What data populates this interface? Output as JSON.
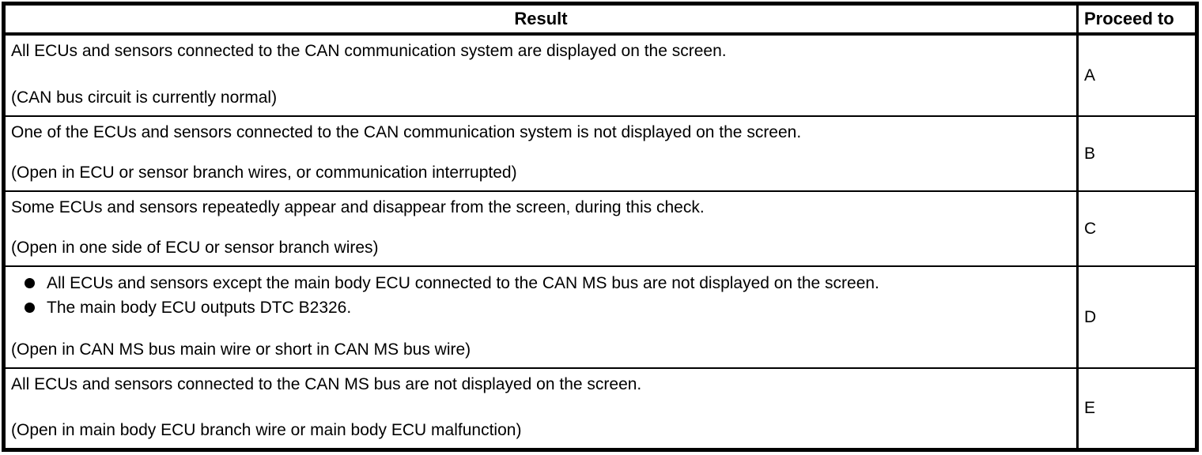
{
  "table": {
    "header": {
      "result": "Result",
      "proceed": "Proceed to"
    },
    "rows": [
      {
        "main": "All ECUs and sensors connected to the CAN communication system are displayed on the screen.",
        "note": "(CAN bus circuit is currently normal)",
        "proceed": "A"
      },
      {
        "main": "One of the ECUs and sensors connected to the CAN communication system is not displayed on the screen.",
        "note": "(Open in ECU or sensor branch wires, or communication interrupted)",
        "proceed": "B"
      },
      {
        "main": "Some ECUs and sensors repeatedly appear and disappear from the screen, during this check.",
        "note": "(Open in one side of ECU or sensor branch wires)",
        "proceed": "C"
      },
      {
        "bullets": [
          "All ECUs and sensors except the main body ECU connected to the CAN MS bus are not displayed on the screen.",
          "The main body ECU outputs DTC B2326."
        ],
        "note": "(Open in CAN MS bus main wire or short in CAN MS bus wire)",
        "proceed": "D"
      },
      {
        "main": "All ECUs and sensors connected to the CAN MS bus are not displayed on the screen.",
        "note": "(Open in main body ECU branch wire or main body ECU malfunction)",
        "proceed": "E"
      }
    ]
  }
}
